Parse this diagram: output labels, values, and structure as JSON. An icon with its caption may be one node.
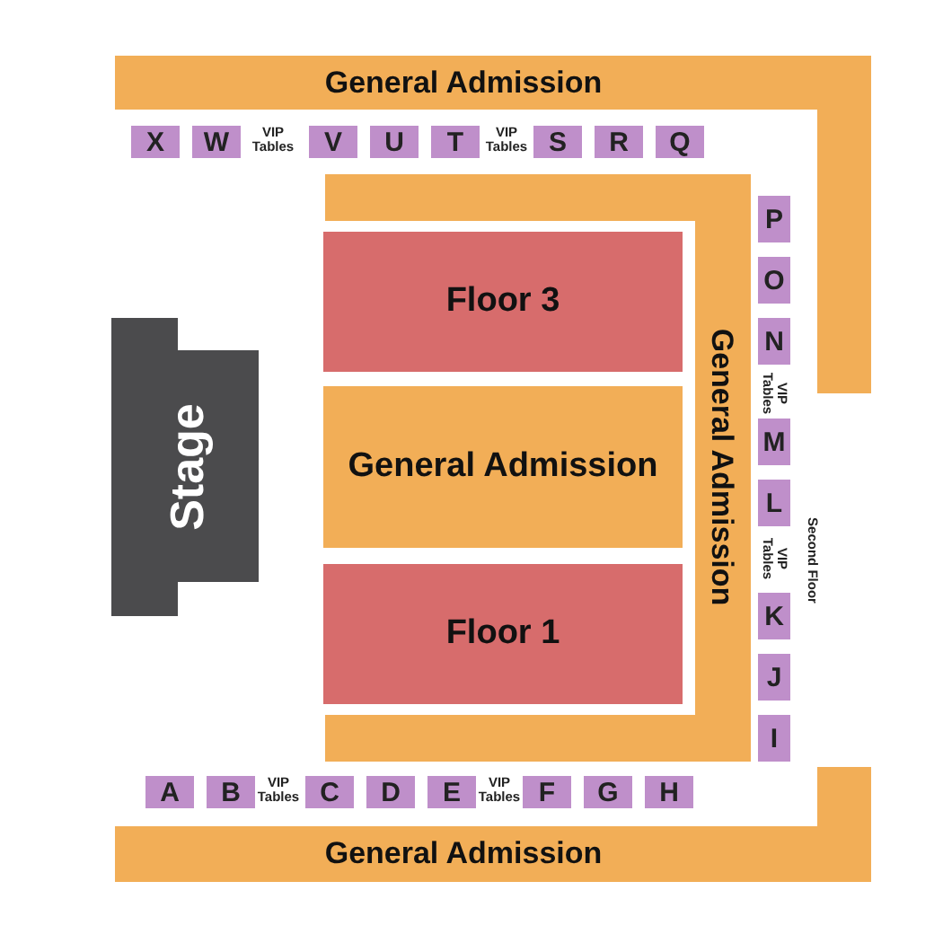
{
  "diagram": {
    "nodes": [
      {
        "text": [
          "General Admission"
        ]
      },
      {
        "text": [
          "X"
        ]
      },
      {
        "text": [
          "W"
        ]
      },
      {
        "text": [
          "V"
        ]
      },
      {
        "text": [
          "U"
        ]
      },
      {
        "text": [
          "T"
        ]
      },
      {
        "text": [
          "S"
        ]
      },
      {
        "text": [
          "R"
        ]
      },
      {
        "text": [
          "Q"
        ]
      },
      {
        "text": [
          "General Admission"
        ]
      },
      {
        "text": [
          "Floor 3"
        ]
      },
      {
        "text": [
          "General Admission"
        ]
      },
      {
        "text": [
          "Floor 1"
        ]
      },
      {
        "text": [
          "Stage"
        ]
      },
      {
        "text": [
          "P"
        ]
      },
      {
        "text": [
          "O"
        ]
      },
      {
        "text": [
          "N"
        ]
      },
      {
        "text": [
          "M"
        ]
      },
      {
        "text": [
          "L"
        ]
      },
      {
        "text": [
          "K"
        ]
      },
      {
        "text": [
          "J"
        ]
      },
      {
        "text": [
          "I"
        ]
      },
      {
        "text": [
          "A"
        ]
      },
      {
        "text": [
          "B"
        ]
      },
      {
        "text": [
          "C"
        ]
      },
      {
        "text": [
          "D"
        ]
      },
      {
        "text": [
          "E"
        ]
      },
      {
        "text": [
          "F"
        ]
      },
      {
        "text": [
          "G"
        ]
      },
      {
        "text": [
          "H"
        ]
      },
      {
        "text": [
          "General Admission"
        ]
      }
    ],
    "labels": [
      "VIP Tables",
      "VIP Tables",
      "VIP Tables",
      "VIP Tables",
      "Second Floor",
      "VIP Tables",
      "VIP Tables"
    ]
  }
}
